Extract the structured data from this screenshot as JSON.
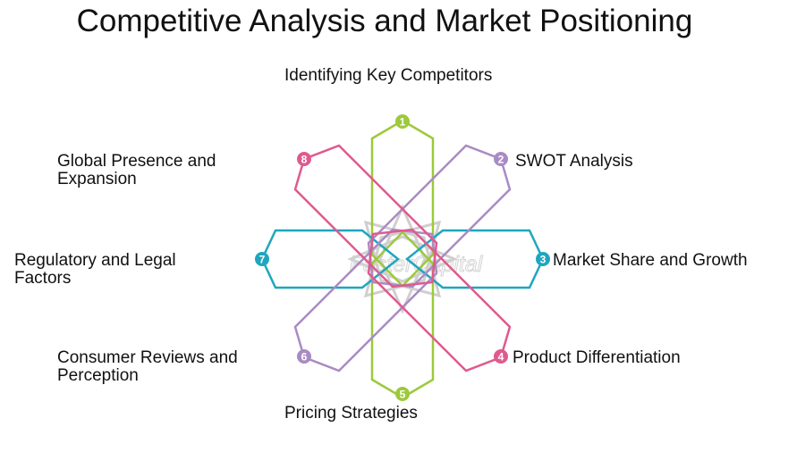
{
  "title": "Competitive Analysis and Market Positioning",
  "watermark": "FasterCapital",
  "colors": {
    "green": "#9dc93b",
    "purple": "#a98bc4",
    "teal": "#1fa6bf",
    "pink": "#df5a8e",
    "star": "#cfcfcf"
  },
  "items": [
    {
      "num": "1",
      "label": "Identifying Key Competitors",
      "color": "green"
    },
    {
      "num": "2",
      "label": "SWOT Analysis",
      "color": "purple"
    },
    {
      "num": "3",
      "label": "Market Share and Growth",
      "color": "teal"
    },
    {
      "num": "4",
      "label": "Product Differentiation",
      "color": "pink"
    },
    {
      "num": "5",
      "label": "Pricing Strategies",
      "color": "green"
    },
    {
      "num": "6",
      "label": "Consumer Reviews and Perception",
      "color": "purple"
    },
    {
      "num": "7",
      "label": "Regulatory and Legal Factors",
      "color": "teal"
    },
    {
      "num": "8",
      "label": "Global Presence and Expansion",
      "color": "pink"
    }
  ]
}
